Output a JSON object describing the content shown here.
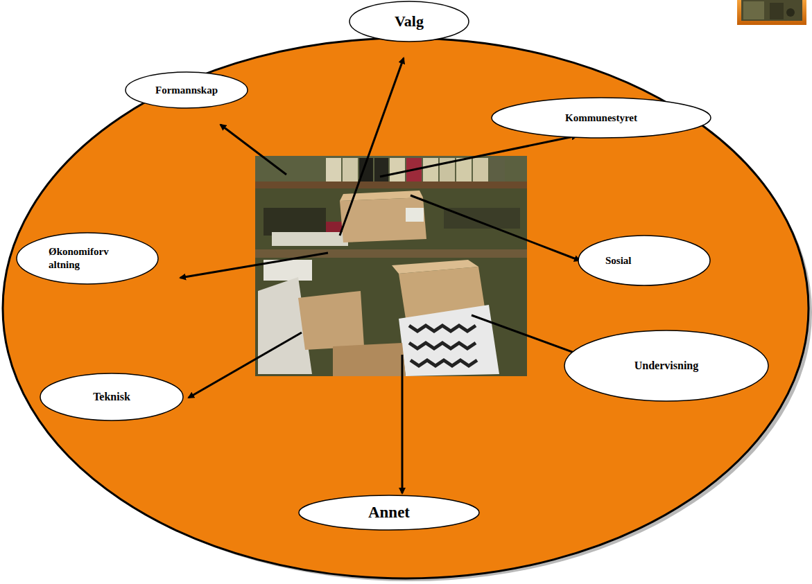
{
  "diagram": {
    "nodes": [
      {
        "text": [
          "Valg"
        ]
      },
      {
        "text": [
          "Formannskap"
        ]
      },
      {
        "text": [
          "Kommunestyret"
        ]
      },
      {
        "text": [
          "Sosial"
        ]
      },
      {
        "text": [
          "Økonomiforv altning"
        ]
      },
      {
        "text": [
          "Undervisning"
        ]
      },
      {
        "text": [
          "Teknisk"
        ]
      },
      {
        "text": [
          "Annet"
        ]
      }
    ]
  }
}
